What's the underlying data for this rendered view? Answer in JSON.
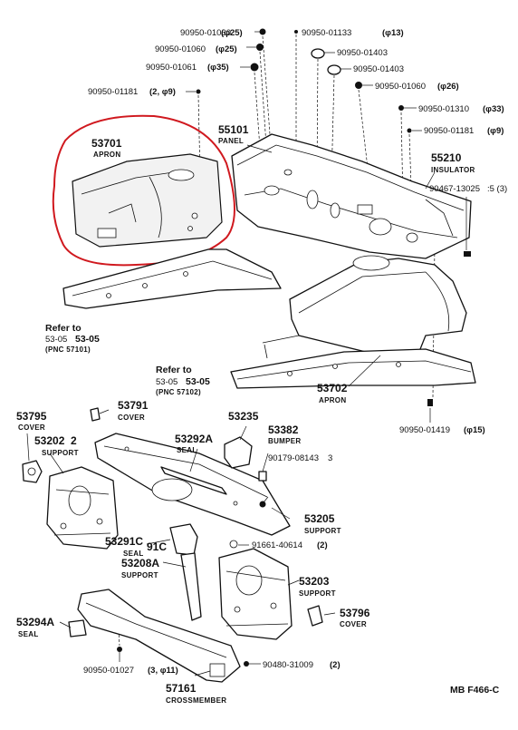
{
  "parts": {
    "p_90950_01060_a": "90950-01060",
    "s_25_a": "(φ25)",
    "p_90950_01133": "90950-01133",
    "s_13": "(φ13)",
    "p_90950_01060_b": "90950-01060",
    "s_25_b": "(φ25)",
    "p_90950_01403_a": "90950-01403",
    "p_90950_01061": "90950-01061",
    "s_35": "(φ35)",
    "p_90950_01403_b": "90950-01403",
    "p_90950_01181_a": "90950-01181",
    "s_2_9": "(2, φ9)",
    "p_90950_01060_c": "90950-01060",
    "s_26": "(φ26)",
    "p_90950_01310": "90950-01310",
    "s_33": "(φ33)",
    "p_90950_01181_b": "90950-01181",
    "s_9": "(φ9)",
    "p_55101": "55101",
    "n_panel": "PANEL",
    "p_53701": "53701",
    "n_apron_1": "APRON",
    "p_55210": "55210",
    "n_insulator": "INSULATOR",
    "p_90467_13025": "90467-13025",
    "s_5": ":5 (3)",
    "refer_1": "Refer to",
    "ref_1_a": "53-05",
    "ref_1_b": "53-05",
    "pnc_1": "(PNC 57101)",
    "refer_2": "Refer to",
    "ref_2_a": "53-05",
    "ref_2_b": "53-05",
    "pnc_2": "(PNC 57102)",
    "p_53702": "53702",
    "n_apron_2": "APRON",
    "p_90950_01419": "90950-01419",
    "s_15": "(φ15)",
    "p_53795": "53795",
    "n_cover_1": "COVER",
    "p_53791": "53791",
    "n_cover_2": "COVER",
    "p_53235": "53235",
    "p_53382": "53382",
    "n_bumper": "BUMPER",
    "p_53202": "53202",
    "s_2_a": "2",
    "n_support_1": "SUPPORT",
    "p_53292a": "53292A",
    "n_seal_1": "SEAL",
    "p_90179_08143": "90179-08143",
    "s_3": "3",
    "p_53205": "53205",
    "n_support_2": "SUPPORT",
    "p_53291c": "53291C",
    "n_seal_2": "SEAL",
    "p_91c": "91C",
    "p_91661_40614": "91661-40614",
    "s_2_b": "(2)",
    "p_53208a": "53208A",
    "n_support_3": "SUPPORT",
    "p_53203": "53203",
    "n_support_4": "SUPPORT",
    "p_53796": "53796",
    "n_cover_3": "COVER",
    "p_53294a": "53294A",
    "n_seal_3": "SEAL",
    "p_90950_01027": "90950-01027",
    "s_3_11": "(3, φ11)",
    "p_90480_31009": "90480-31009",
    "s_2_c": "(2)",
    "p_57161": "57161",
    "n_crossmember": "CROSSMEMBER",
    "footer": "MB F466-C"
  },
  "highlight": {
    "color": "#d0191f"
  }
}
